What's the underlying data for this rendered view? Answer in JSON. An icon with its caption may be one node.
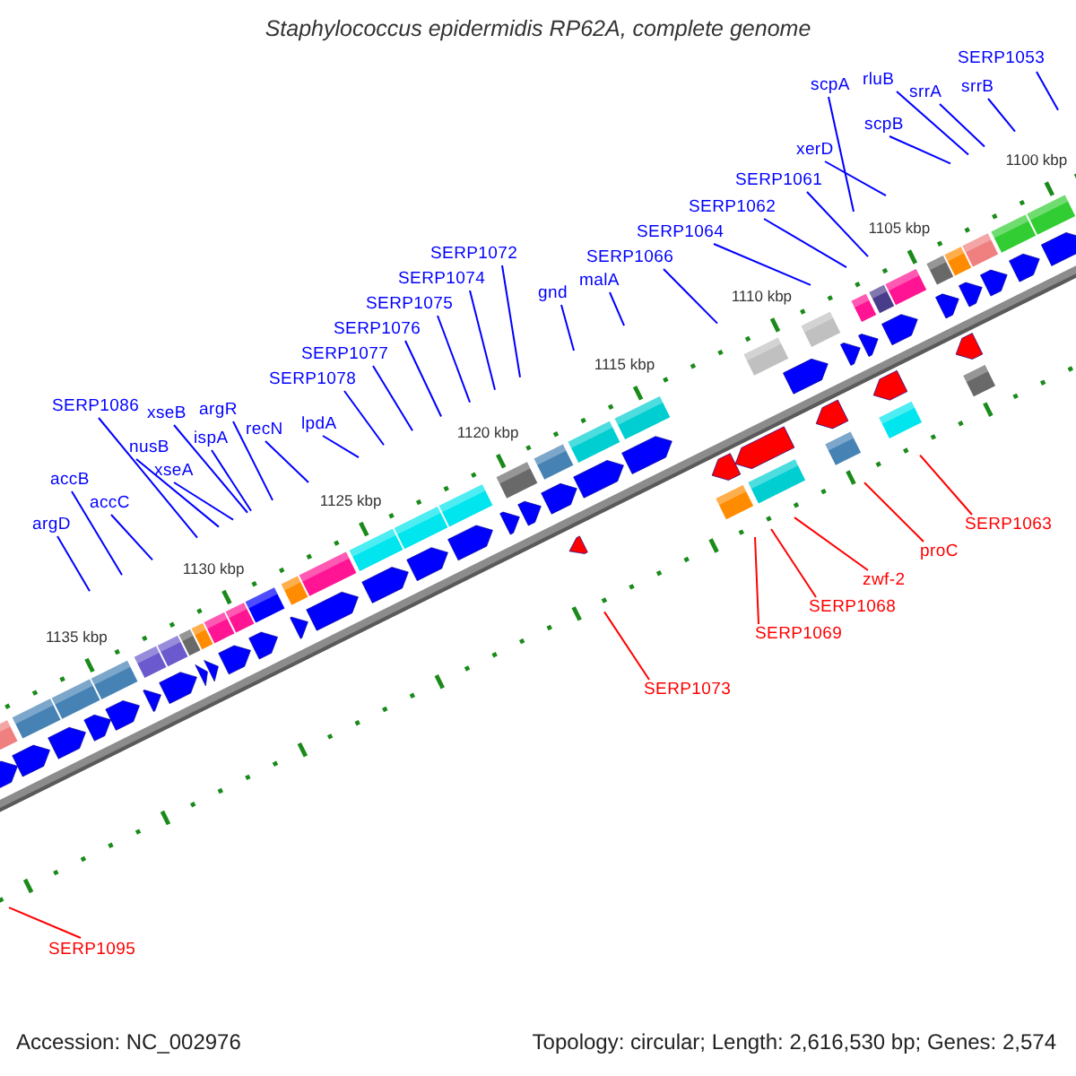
{
  "diagram": {
    "title": "Staphylococcus epidermidis RP62A, complete genome",
    "nodes": [
      {
        "text": [
          "SERP1053"
        ]
      },
      {
        "text": [
          "srrB"
        ]
      },
      {
        "text": [
          "srrA"
        ]
      },
      {
        "text": [
          "rluB"
        ]
      },
      {
        "text": [
          "scpA"
        ]
      },
      {
        "text": [
          "scpB"
        ]
      },
      {
        "text": [
          "xerD"
        ]
      },
      {
        "text": [
          "SERP1061"
        ]
      },
      {
        "text": [
          "SERP1062"
        ]
      },
      {
        "text": [
          "SERP1064"
        ]
      },
      {
        "text": [
          "SERP1066"
        ]
      },
      {
        "text": [
          "gnd"
        ]
      },
      {
        "text": [
          "malA"
        ]
      },
      {
        "text": [
          "SERP1076"
        ]
      },
      {
        "text": [
          "SERP1074"
        ]
      },
      {
        "text": [
          "SERP1075"
        ]
      },
      {
        "text": [
          "SERP1072"
        ]
      },
      {
        "text": [
          "SERP1078"
        ]
      },
      {
        "text": [
          "SERP1077"
        ]
      },
      {
        "text": [
          "SERP1086"
        ]
      },
      {
        "text": [
          "xseB"
        ]
      },
      {
        "text": [
          "argR"
        ]
      },
      {
        "text": [
          "ispA"
        ]
      },
      {
        "text": [
          "recN"
        ]
      },
      {
        "text": [
          "lpdA"
        ]
      },
      {
        "text": [
          "nusB"
        ]
      },
      {
        "text": [
          "accB"
        ]
      },
      {
        "text": [
          "xseA"
        ]
      },
      {
        "text": [
          "accC"
        ]
      },
      {
        "text": [
          "argD"
        ]
      },
      {
        "text": [
          "SERP1063"
        ]
      },
      {
        "text": [
          "proC"
        ]
      },
      {
        "text": [
          "zwf-2"
        ]
      },
      {
        "text": [
          "SERP1068"
        ]
      },
      {
        "text": [
          "SERP1069"
        ]
      },
      {
        "text": [
          "SERP1073"
        ]
      },
      {
        "text": [
          "SERP1095"
        ]
      }
    ],
    "edges": [
      {
        "from": 0,
        "to": null,
        "arrow": "none"
      },
      {
        "from": 1,
        "to": null,
        "arrow": "none"
      },
      {
        "from": 2,
        "to": null,
        "arrow": "none"
      },
      {
        "from": 3,
        "to": null,
        "arrow": "none"
      },
      {
        "from": 4,
        "to": null,
        "arrow": "none"
      },
      {
        "from": 5,
        "to": null,
        "arrow": "none"
      },
      {
        "from": 6,
        "to": null,
        "arrow": "none"
      },
      {
        "from": 7,
        "to": null,
        "arrow": "none"
      },
      {
        "from": 8,
        "to": null,
        "arrow": "none"
      },
      {
        "from": 9,
        "to": null,
        "arrow": "none"
      },
      {
        "from": 10,
        "to": null,
        "arrow": "none"
      },
      {
        "from": 11,
        "to": null,
        "arrow": "none"
      },
      {
        "from": 12,
        "to": null,
        "arrow": "none"
      },
      {
        "from": 13,
        "to": null,
        "arrow": "none"
      },
      {
        "from": 14,
        "to": null,
        "arrow": "none"
      },
      {
        "from": 15,
        "to": null,
        "arrow": "none"
      },
      {
        "from": 16,
        "to": null,
        "arrow": "none"
      },
      {
        "from": 17,
        "to": null,
        "arrow": "none"
      },
      {
        "from": 18,
        "to": null,
        "arrow": "none"
      },
      {
        "from": 19,
        "to": null,
        "arrow": "none"
      },
      {
        "from": 20,
        "to": null,
        "arrow": "none"
      },
      {
        "from": 21,
        "to": null,
        "arrow": "none"
      },
      {
        "from": 22,
        "to": null,
        "arrow": "none"
      },
      {
        "from": 23,
        "to": null,
        "arrow": "none"
      },
      {
        "from": 24,
        "to": null,
        "arrow": "none"
      },
      {
        "from": 25,
        "to": null,
        "arrow": "none"
      },
      {
        "from": 26,
        "to": null,
        "arrow": "none"
      },
      {
        "from": 27,
        "to": null,
        "arrow": "none"
      },
      {
        "from": 28,
        "to": null,
        "arrow": "none"
      },
      {
        "from": 29,
        "to": null,
        "arrow": "none"
      },
      {
        "from": 30,
        "to": null,
        "arrow": "none",
        "color": "#ff0000"
      },
      {
        "from": 31,
        "to": null,
        "arrow": "none",
        "color": "#ff0000"
      },
      {
        "from": 32,
        "to": null,
        "arrow": "none",
        "color": "#ff0000"
      },
      {
        "from": 33,
        "to": null,
        "arrow": "none",
        "color": "#ff0000"
      },
      {
        "from": 34,
        "to": null,
        "arrow": "none",
        "color": "#ff0000"
      },
      {
        "from": 35,
        "to": null,
        "arrow": "none",
        "color": "#ff0000"
      },
      {
        "from": 36,
        "to": null,
        "arrow": "none",
        "color": "#ff0000"
      }
    ],
    "labels": [
      "1100 kbp",
      "1105 kbp",
      "1110 kbp",
      "1115 kbp",
      "1120 kbp",
      "1125 kbp",
      "1130 kbp",
      "1135 kbp",
      "Accession: NC_002976",
      "Topology: circular; Length: 2,616,530 bp; Genes: 2,574"
    ]
  }
}
